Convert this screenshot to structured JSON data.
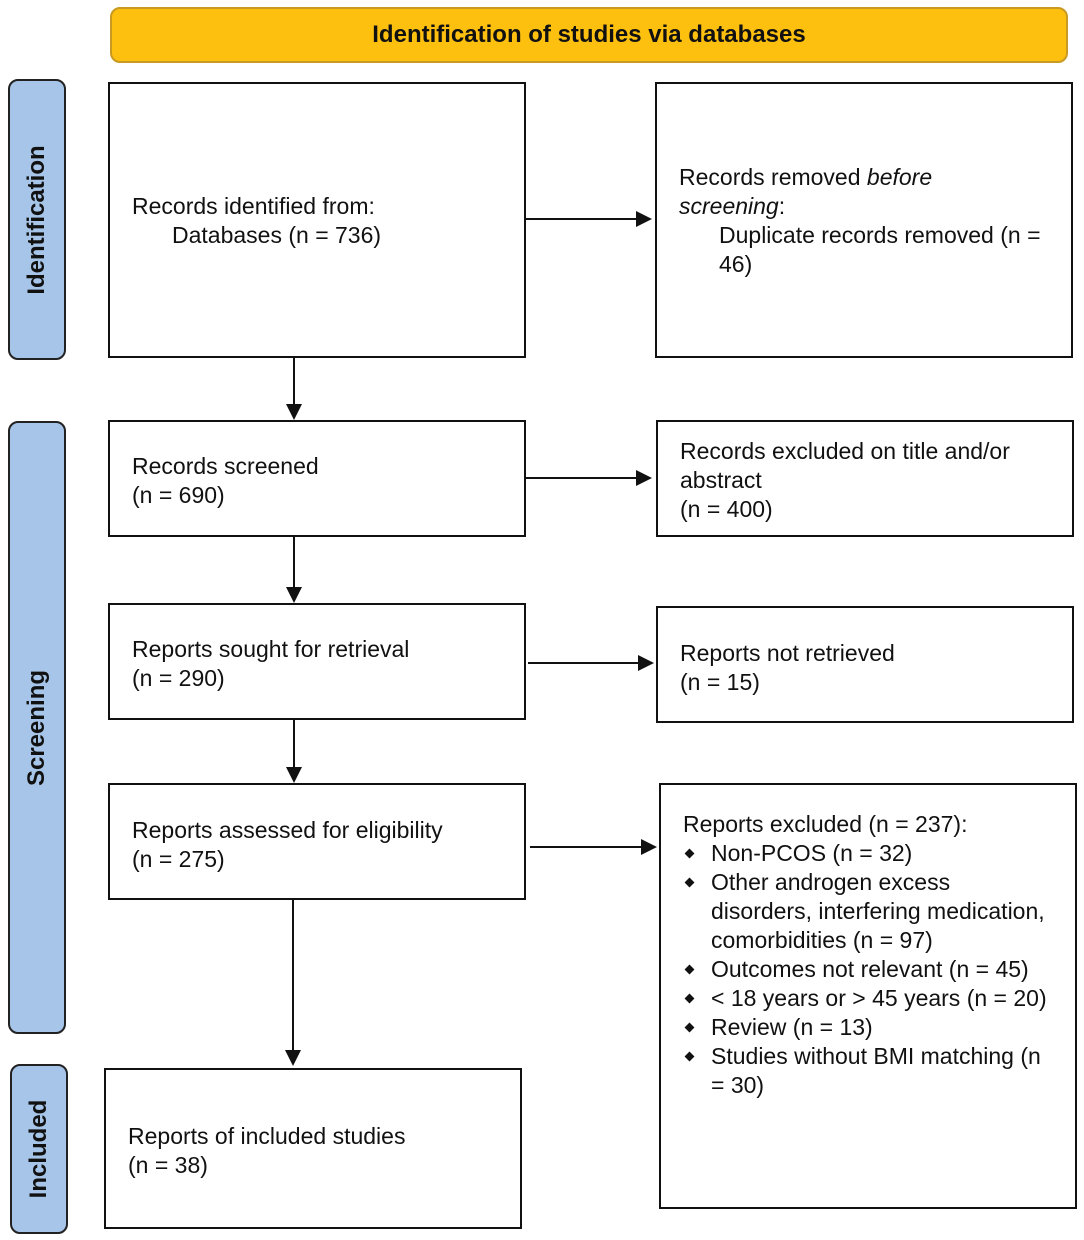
{
  "header": {
    "title": "Identification of studies via databases"
  },
  "stages": {
    "identification": "Identification",
    "screening": "Screening",
    "included": "Included"
  },
  "boxes": {
    "records_identified": {
      "heading": "Records identified from:",
      "line": "Databases (n = 736)"
    },
    "records_removed": {
      "heading_prefix": "Records removed ",
      "heading_italic_1": "before",
      "heading_italic_2": "screening",
      "heading_suffix": ":",
      "line": "Duplicate records removed (n = 46)"
    },
    "records_screened": {
      "label": "Records screened",
      "count": "(n = 690)"
    },
    "records_excluded": {
      "label": "Records excluded on title and/or abstract",
      "count": "(n = 400)"
    },
    "reports_sought": {
      "label": "Reports sought for retrieval",
      "count": "(n = 290)"
    },
    "reports_not_retrieved": {
      "label": "Reports not retrieved",
      "count": "(n = 15)"
    },
    "reports_assessed": {
      "label": "Reports assessed for eligibility",
      "count": "(n = 275)"
    },
    "reports_excluded": {
      "heading": "Reports excluded (n = 237):",
      "items": [
        "Non-PCOS (n = 32)",
        "Other androgen excess disorders, interfering medication, comorbidities (n = 97)",
        "Outcomes not relevant (n = 45)",
        "< 18 years or > 45 years (n = 20)",
        "Review (n = 13)",
        "Studies without BMI matching (n = 30)"
      ]
    },
    "reports_included": {
      "label": "Reports of included studies",
      "count": "(n = 38)"
    }
  },
  "colors": {
    "header_fill": "#fec00f",
    "stage_fill": "#a6c5e8",
    "line": "#111111"
  }
}
